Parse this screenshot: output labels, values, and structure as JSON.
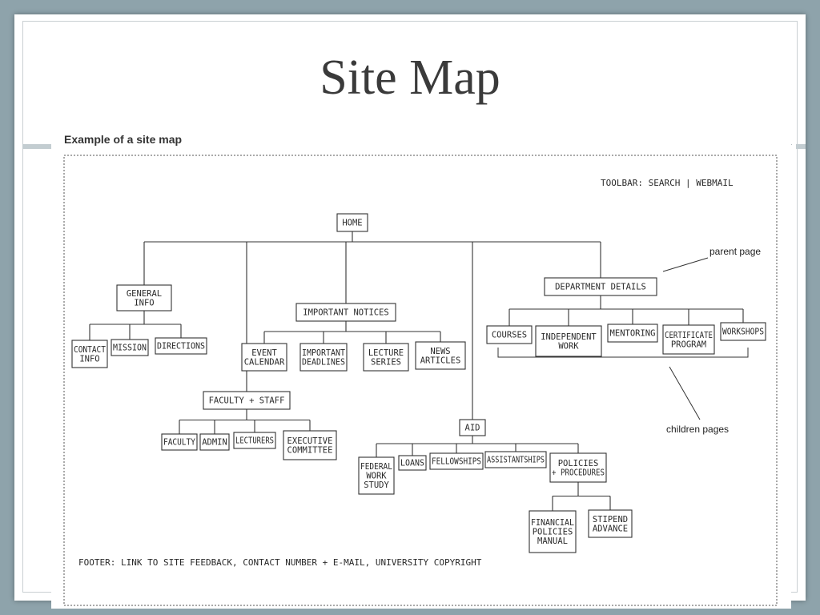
{
  "slide": {
    "title": "Site Map",
    "caption": "Example of a site map"
  },
  "diagram": {
    "toolbar_note": "TOOLBAR: SEARCH | WEBMAIL",
    "footer_note": "FOOTER: LINK TO SITE FEEDBACK, CONTACT NUMBER + E-MAIL, UNIVERSITY COPYRIGHT",
    "annotations": {
      "parent": "parent page",
      "children": "children pages"
    },
    "nodes": [
      {
        "id": "home",
        "lines": [
          "HOME"
        ]
      },
      {
        "id": "general-info",
        "lines": [
          "GENERAL",
          "INFO"
        ]
      },
      {
        "id": "contact-info",
        "lines": [
          "CONTACT",
          "INFO"
        ]
      },
      {
        "id": "mission",
        "lines": [
          "MISSION"
        ]
      },
      {
        "id": "directions",
        "lines": [
          "DIRECTIONS"
        ]
      },
      {
        "id": "faculty-staff",
        "lines": [
          "FACULTY + STAFF"
        ]
      },
      {
        "id": "faculty",
        "lines": [
          "FACULTY"
        ]
      },
      {
        "id": "admin",
        "lines": [
          "ADMIN"
        ]
      },
      {
        "id": "lecturers",
        "lines": [
          "LECTURERS"
        ]
      },
      {
        "id": "executive-committee",
        "lines": [
          "EXECUTIVE",
          "COMMITTEE"
        ]
      },
      {
        "id": "important-notices",
        "lines": [
          "IMPORTANT NOTICES"
        ]
      },
      {
        "id": "event-calendar",
        "lines": [
          "EVENT",
          "CALENDAR"
        ]
      },
      {
        "id": "important-deadlines",
        "lines": [
          "IMPORTANT",
          "DEADLINES"
        ]
      },
      {
        "id": "lecture-series",
        "lines": [
          "LECTURE",
          "SERIES"
        ]
      },
      {
        "id": "news-articles",
        "lines": [
          "NEWS",
          "ARTICLES"
        ]
      },
      {
        "id": "aid",
        "lines": [
          "AID"
        ]
      },
      {
        "id": "federal-work-study",
        "lines": [
          "FEDERAL",
          "WORK",
          "STUDY"
        ]
      },
      {
        "id": "loans",
        "lines": [
          "LOANS"
        ]
      },
      {
        "id": "fellowships",
        "lines": [
          "FELLOWSHIPS"
        ]
      },
      {
        "id": "assistantships",
        "lines": [
          "ASSISTANTSHIPS"
        ]
      },
      {
        "id": "policies-procedures",
        "lines": [
          "POLICIES",
          "+ PROCEDURES"
        ]
      },
      {
        "id": "financial-policies-manual",
        "lines": [
          "FINANCIAL",
          "POLICIES",
          "MANUAL"
        ]
      },
      {
        "id": "stipend-advance",
        "lines": [
          "STIPEND",
          "ADVANCE"
        ]
      },
      {
        "id": "department-details",
        "lines": [
          "DEPARTMENT DETAILS"
        ]
      },
      {
        "id": "courses",
        "lines": [
          "COURSES"
        ]
      },
      {
        "id": "independent-work",
        "lines": [
          "INDEPENDENT",
          "WORK"
        ]
      },
      {
        "id": "mentoring",
        "lines": [
          "MENTORING"
        ]
      },
      {
        "id": "certificate-program",
        "lines": [
          "CERTIFICATE",
          "PROGRAM"
        ]
      },
      {
        "id": "workshops",
        "lines": [
          "WORKSHOPS"
        ]
      }
    ],
    "edges": [
      [
        "home",
        "general-info"
      ],
      [
        "home",
        "faculty-staff"
      ],
      [
        "home",
        "important-notices"
      ],
      [
        "home",
        "aid"
      ],
      [
        "home",
        "department-details"
      ],
      [
        "general-info",
        "contact-info"
      ],
      [
        "general-info",
        "mission"
      ],
      [
        "general-info",
        "directions"
      ],
      [
        "faculty-staff",
        "faculty"
      ],
      [
        "faculty-staff",
        "admin"
      ],
      [
        "faculty-staff",
        "lecturers"
      ],
      [
        "faculty-staff",
        "executive-committee"
      ],
      [
        "important-notices",
        "event-calendar"
      ],
      [
        "important-notices",
        "important-deadlines"
      ],
      [
        "important-notices",
        "lecture-series"
      ],
      [
        "important-notices",
        "news-articles"
      ],
      [
        "aid",
        "federal-work-study"
      ],
      [
        "aid",
        "loans"
      ],
      [
        "aid",
        "fellowships"
      ],
      [
        "aid",
        "assistantships"
      ],
      [
        "aid",
        "policies-procedures"
      ],
      [
        "policies-procedures",
        "financial-policies-manual"
      ],
      [
        "policies-procedures",
        "stipend-advance"
      ],
      [
        "department-details",
        "courses"
      ],
      [
        "department-details",
        "independent-work"
      ],
      [
        "department-details",
        "mentoring"
      ],
      [
        "department-details",
        "certificate-program"
      ],
      [
        "department-details",
        "workshops"
      ]
    ]
  }
}
